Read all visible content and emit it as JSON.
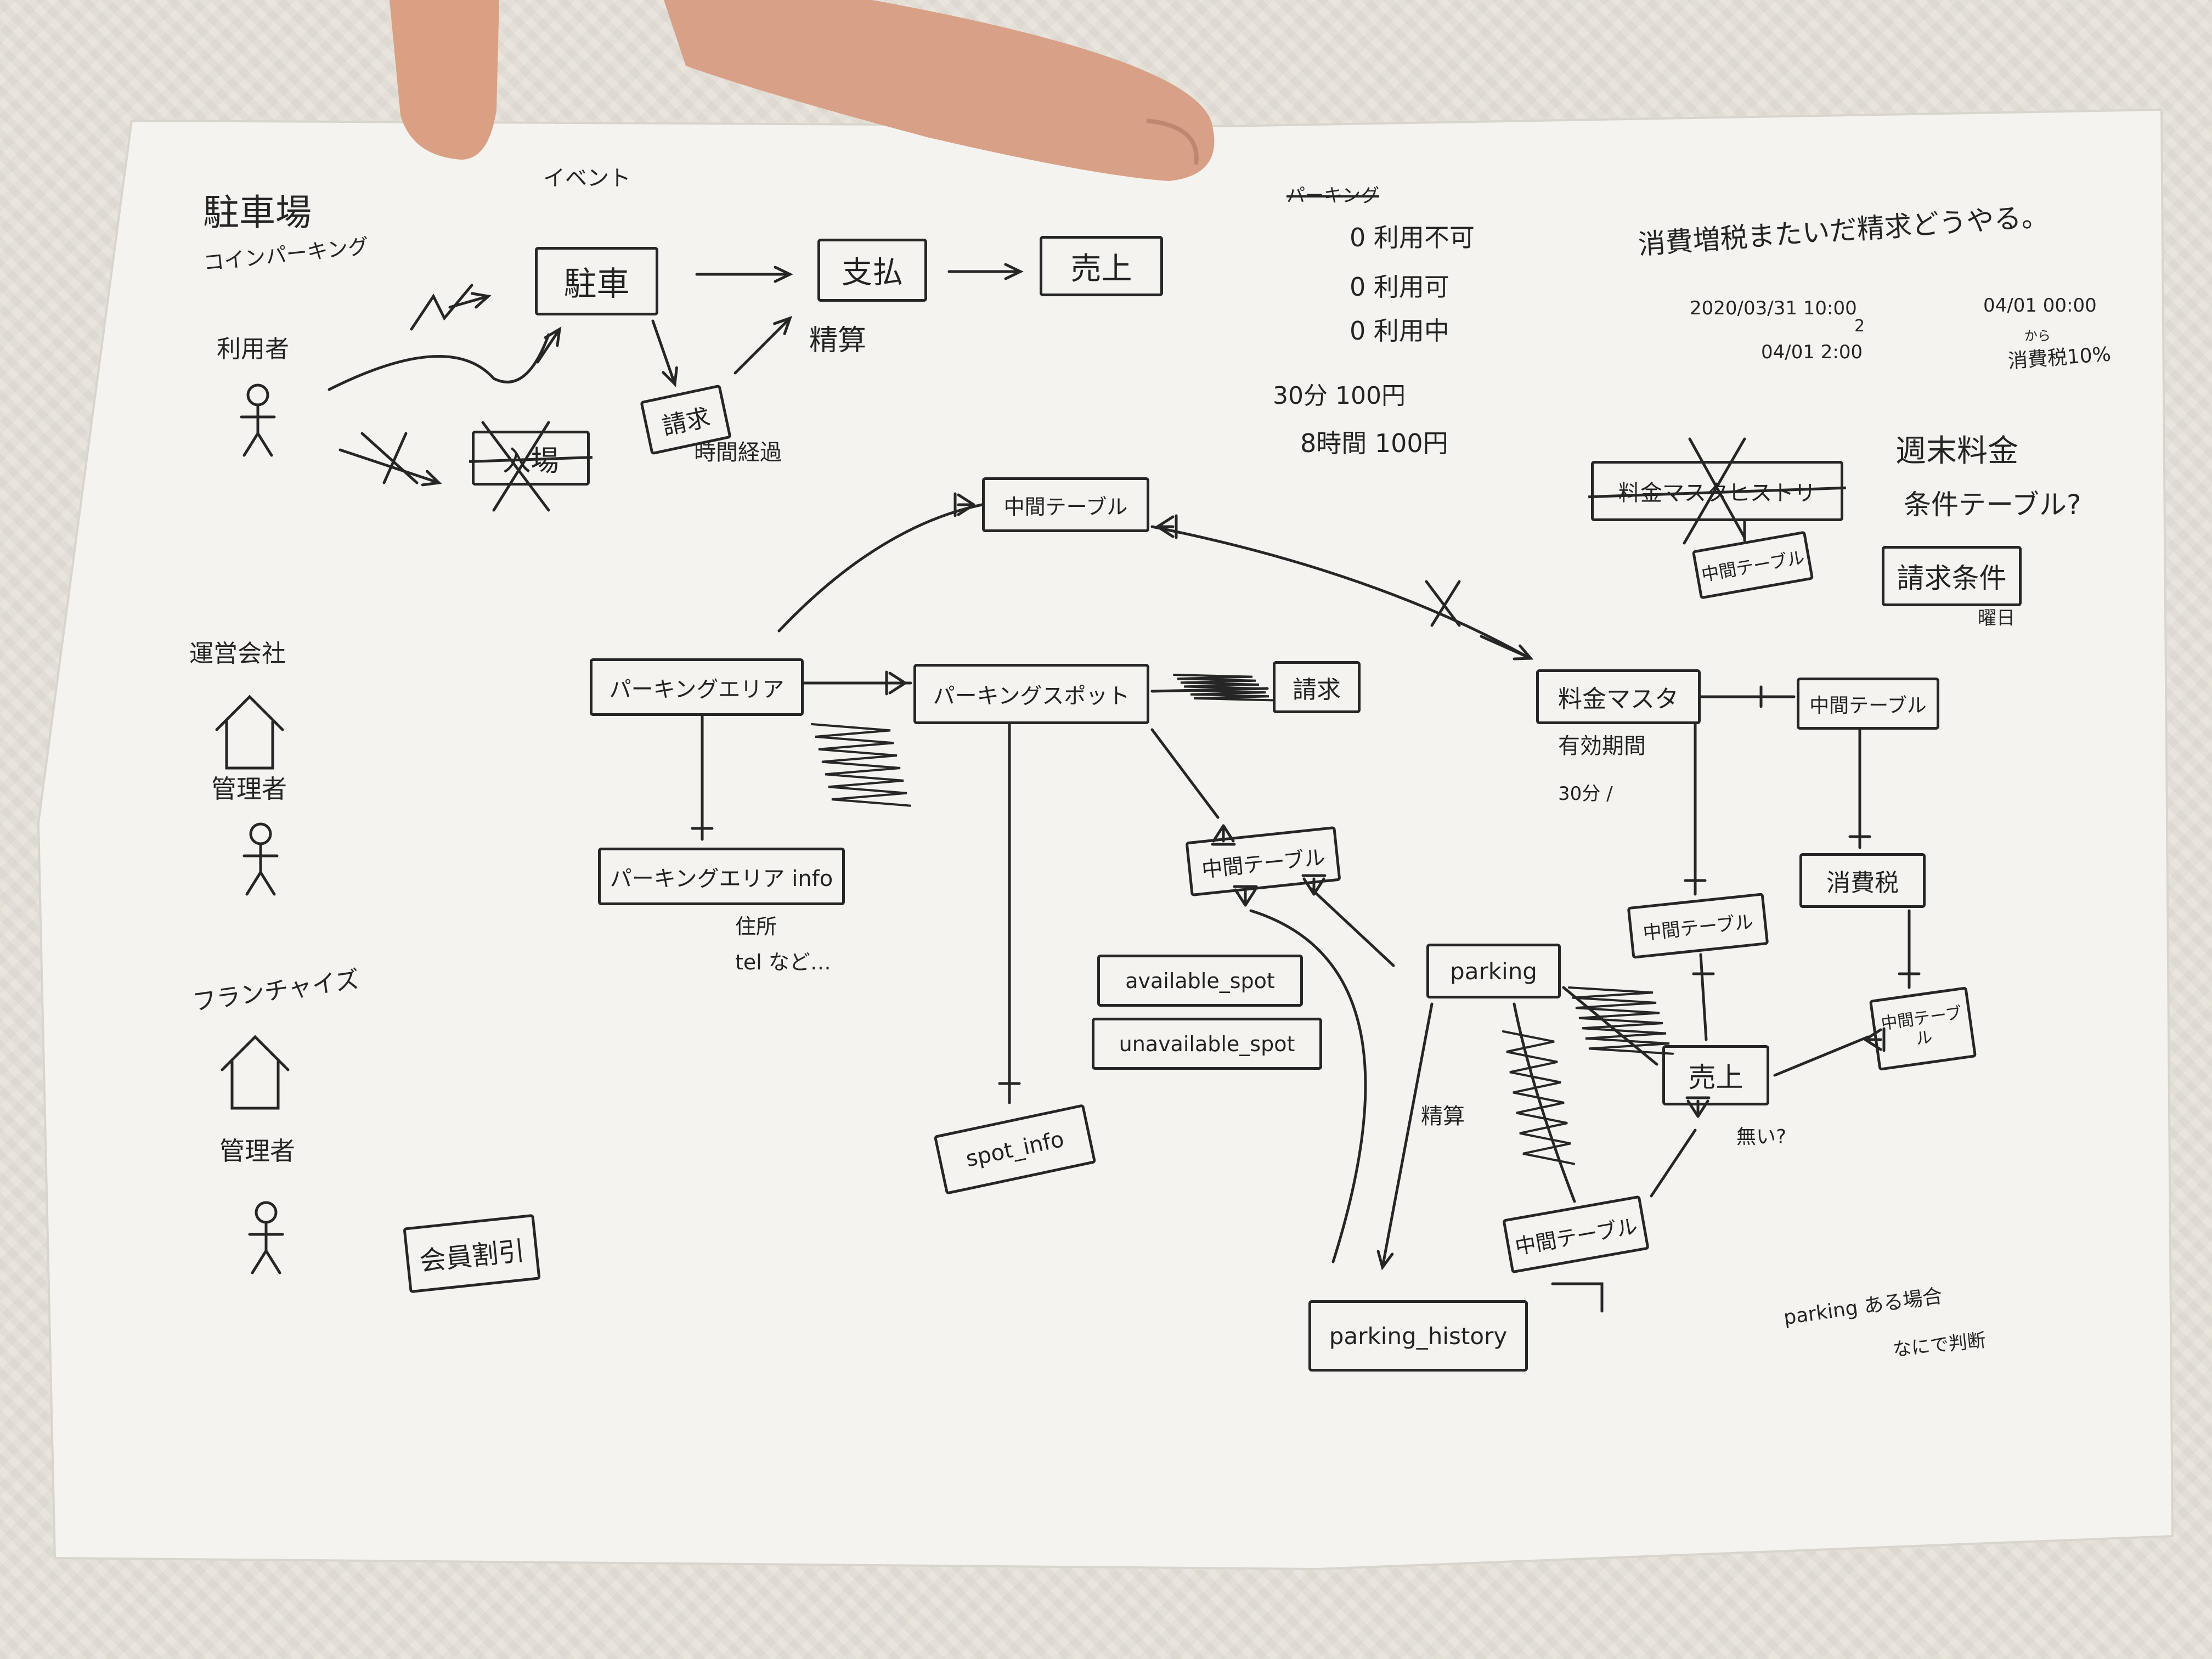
{
  "notes": {
    "title": "駐車場",
    "subtitle": "コインパーキング",
    "event": "イベント",
    "user_role": "利用者",
    "operator": "運営会社",
    "manager1": "管理者",
    "franchise": "フランチャイズ",
    "manager2": "管理者",
    "seisan": "精算",
    "jikan_keika": "時間経過",
    "parking_struck": "パーキング",
    "status1": "0 利用不可",
    "status2": "0 利用可",
    "status3": "0 利用中",
    "price1": "30分 100円",
    "price2": "8時間 100円",
    "tax_question": "消費増税またいだ精求どうやる。",
    "date1": "2020/03/31 10:00",
    "date_tilde": "2",
    "date2": "04/01 2:00",
    "date3": "04/01 00:00",
    "date3_note": "から",
    "tax_rate": "消費税10%",
    "weekend": "週末料金",
    "condition_table": "条件テーブル?",
    "weekday": "曜日",
    "address": "住所",
    "tel": "tel など…",
    "validity": "有効期間",
    "per30": "30分 /",
    "seisan2": "精算",
    "nai": "無い?",
    "parking_note1": "parking ある場合",
    "parking_note2": "なにで判断"
  },
  "boxes": {
    "chusha": "駐車",
    "shiharai": "支払",
    "uriage_top": "売上",
    "seikyu_top": "請求",
    "nyujo": "入場",
    "mid_top": "中間テーブル",
    "area": "パーキングエリア",
    "spot": "パーキングスポット",
    "seikyu": "請求",
    "area_info": "パーキングエリア info",
    "mid_spot": "中間テーブル",
    "available": "available_spot",
    "unavailable": "unavailable_spot",
    "spot_info": "spot_info",
    "parking": "parking",
    "parking_history": "parking_history",
    "mid_bottom": "中間テーブル",
    "kaiin": "会員割引",
    "ryokin_history": "料金マスタヒストリ",
    "mid_history": "中間テーブル",
    "seikyu_joken": "請求条件",
    "ryokin_master": "料金マスタ",
    "mid_right": "中間テーブル",
    "shohizei": "消費税",
    "mid_center": "中間テーブル",
    "uriage": "売上",
    "mid_small": "中間テーブル"
  },
  "colors": {
    "ink": "#262626",
    "paper": "#f4f3ef",
    "wall": "#e7e2d9",
    "skin": "#dca48a"
  }
}
